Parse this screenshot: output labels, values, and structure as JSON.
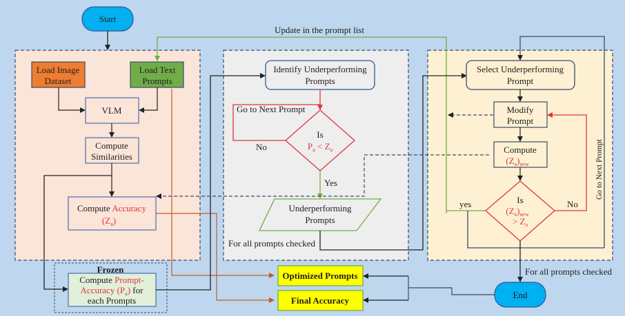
{
  "diagram": {
    "colors": {
      "background": "#bed7ee",
      "panel_left": "#fbe4d8",
      "panel_middle": "#eeeeee",
      "panel_right": "#fef1d3",
      "terminal": "#00b0f0",
      "load_image": "#ed7d31",
      "load_text": "#70ad47",
      "frozen_box": "#e2efd9",
      "output_box": "#ffff00",
      "red_accent": "#e0343c",
      "green_line": "#70ad47",
      "orange_line": "#c55a2a"
    },
    "start": "Start",
    "end": "End",
    "update_label": "Update in the prompt list",
    "left_panel": {
      "load_image": [
        "Load Image",
        "Dataset"
      ],
      "load_text": [
        "Load Text",
        "Prompts"
      ],
      "vlm": "VLM",
      "compute_similarities": [
        "Compute",
        "Similarities"
      ],
      "compute_accuracy": {
        "prefix": "Compute ",
        "highlight": "Accuracy",
        "symbol": "(Z",
        "sub": "a",
        "close": ")"
      }
    },
    "frozen": {
      "label": "Frozen",
      "line1_prefix": "Compute ",
      "line1_highlight": "Prompt-",
      "line2_highlight": "Accuracy (P",
      "line2_sub": "a",
      "line2_close": ")",
      "line2_suffix": " for",
      "line3": "each Prompts"
    },
    "middle_panel": {
      "identify": [
        "Identify Underperforming",
        "Prompts"
      ],
      "go_next": "Go to Next Prompt",
      "decision_is": "Is",
      "decision_p": "P",
      "decision_p_sub": "a",
      "decision_op": " < Z",
      "decision_z_sub": "a",
      "no": "No",
      "yes": "Yes",
      "underperforming": [
        "Underperforming",
        "Prompts"
      ],
      "all_checked": "For all prompts checked"
    },
    "right_panel": {
      "select": [
        "Select Underperforming",
        "Prompt"
      ],
      "modify": [
        "Modify",
        "Prompt"
      ],
      "compute": "Compute",
      "compute_z": "(Z",
      "compute_z_sub": "a",
      "compute_z_close": ")",
      "compute_new": "new",
      "decision_is": "Is",
      "decision_z": "(Z",
      "decision_z_sub": "a",
      "decision_z_close": ")",
      "decision_new": "new",
      "decision_gt": "> Z",
      "decision_gt_sub": "a",
      "yes": "yes",
      "no": "No",
      "go_next_vertical": "Go to Next Prompt",
      "all_checked": "For all prompts checked"
    },
    "outputs": {
      "optimized": "Optimized Prompts",
      "final": "Final Accuracy"
    }
  }
}
